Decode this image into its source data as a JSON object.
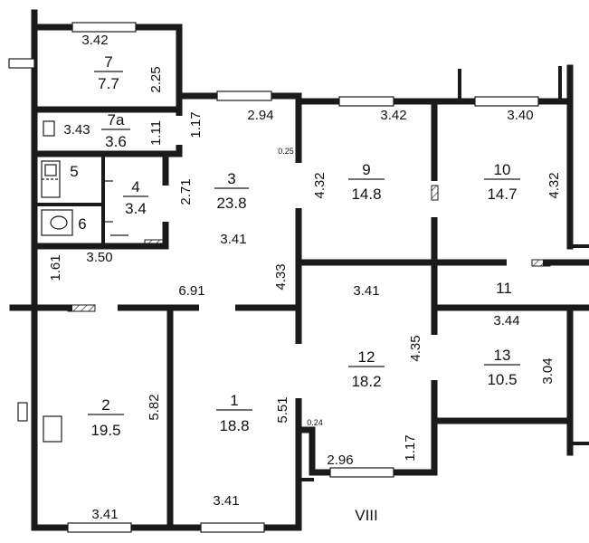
{
  "rooms": [
    {
      "id": "7",
      "num": "7",
      "area": "7.7"
    },
    {
      "id": "7a",
      "num": "7а",
      "area": "3.6"
    },
    {
      "id": "5",
      "num": "5",
      "area": ""
    },
    {
      "id": "6",
      "num": "6",
      "area": ""
    },
    {
      "id": "4",
      "num": "4",
      "area": "3.4"
    },
    {
      "id": "3",
      "num": "3",
      "area": "23.8"
    },
    {
      "id": "9",
      "num": "9",
      "area": "14.8"
    },
    {
      "id": "10",
      "num": "10",
      "area": "14.7"
    },
    {
      "id": "11",
      "num": "11",
      "area": ""
    },
    {
      "id": "12",
      "num": "12",
      "area": "18.2"
    },
    {
      "id": "13",
      "num": "13",
      "area": "10.5"
    },
    {
      "id": "2",
      "num": "2",
      "area": "19.5"
    },
    {
      "id": "1",
      "num": "1",
      "area": "18.8"
    }
  ],
  "dimensions": {
    "r7_width": "3.42",
    "r7_height": "2.25",
    "r7a_width": "3.43",
    "r7a_height": "1.11",
    "corr_top": "1.17",
    "r3_top": "2.94",
    "r3_left": "2.71",
    "r3_width": "3.41",
    "hall_top": "3.50",
    "hall_left": "1.61",
    "hall_width": "6.91",
    "hall_right": "4.33",
    "r9_width": "3.42",
    "r9_height": "4.32",
    "r10_width": "3.40",
    "r10_height": "4.32",
    "r12_width": "3.41",
    "r12_height": "4.35",
    "r12_bottom": "2.96",
    "r12_jog": "1.17",
    "r13_width": "3.44",
    "r13_height": "3.04",
    "r2_height": "5.82",
    "r2_width": "3.41",
    "r1_height": "5.51",
    "r1_width": "3.41",
    "offset_a": "0.25",
    "offset_b": "0.24"
  },
  "section_label": "VIII"
}
